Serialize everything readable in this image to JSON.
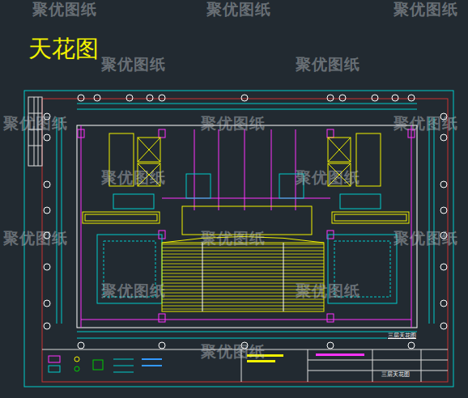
{
  "diagram": {
    "title": "天花图",
    "labels": [
      "聚优图纸",
      "聚优图纸",
      "聚优图纸",
      "聚优图纸",
      "聚优图纸",
      "聚优图纸",
      "聚优图纸",
      "聚优图纸",
      "聚优图纸",
      "聚优图纸",
      "聚优图纸",
      "聚优图纸",
      "聚优图纸",
      "聚优图纸",
      "聚优图纸",
      "聚优图纸",
      "三层天花图",
      "三层天花图"
    ]
  }
}
